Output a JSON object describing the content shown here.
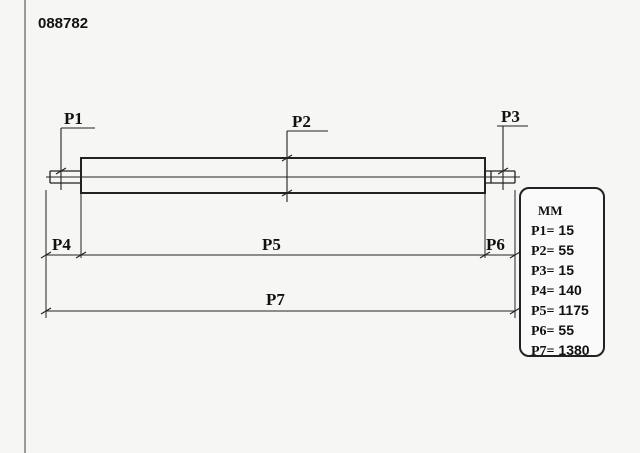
{
  "drawing_id": "088782",
  "labels": {
    "p1": "P1",
    "p2": "P2",
    "p3": "P3",
    "p4": "P4",
    "p5": "P5",
    "p6": "P6",
    "p7": "P7"
  },
  "legend": {
    "unit": "MM",
    "rows": [
      {
        "key": "P1=",
        "value": "15"
      },
      {
        "key": "P2=",
        "value": "55"
      },
      {
        "key": "P3=",
        "value": "15"
      },
      {
        "key": "P4=",
        "value": "140"
      },
      {
        "key": "P5=",
        "value": "1175"
      },
      {
        "key": "P6=",
        "value": "55"
      },
      {
        "key": "P7=",
        "value": "1380"
      }
    ]
  }
}
